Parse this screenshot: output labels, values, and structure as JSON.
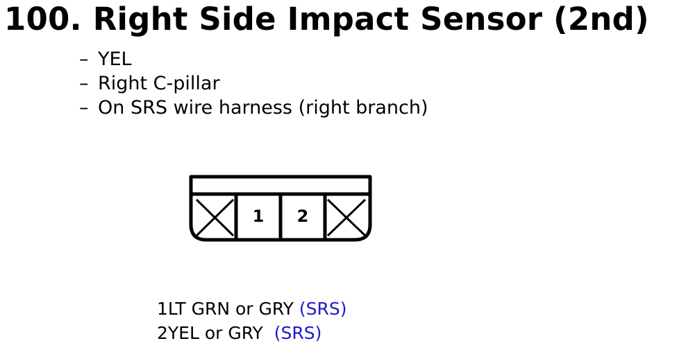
{
  "title": "100. Right Side Impact Sensor (2nd)",
  "bullet_marker": "–",
  "details": [
    "YEL",
    "Right C-pillar",
    "On SRS wire harness (right branch)"
  ],
  "connector": {
    "pin_labels": [
      "1",
      "2"
    ],
    "blocked_positions": [
      "left",
      "right"
    ],
    "colors": {
      "stroke": "#000000",
      "fill": "#ffffff"
    }
  },
  "pins": [
    {
      "number": "1",
      "wire": "LT GRN or GRY",
      "system": "(SRS)"
    },
    {
      "number": "2",
      "wire": "YEL or GRY",
      "system": "(SRS)"
    }
  ],
  "colors": {
    "text": "#000000",
    "system_label": "#1a1acd"
  }
}
